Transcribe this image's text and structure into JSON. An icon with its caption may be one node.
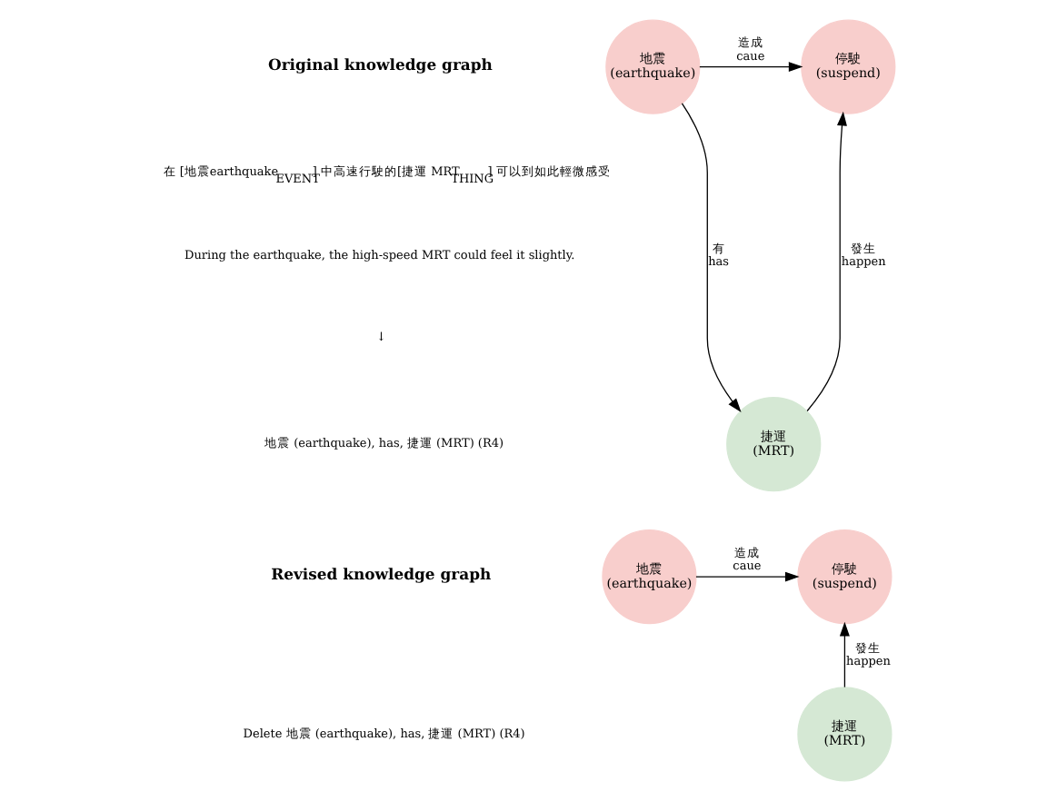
{
  "diagram": {
    "nodes": [
      {
        "text": [
          "地震",
          "(earthquake)"
        ]
      },
      {
        "text": [
          "停駛",
          "(suspend)"
        ]
      },
      {
        "text": [
          "捷運",
          "(MRT)"
        ]
      },
      {
        "text": [
          "地震",
          "(earthquake)"
        ]
      },
      {
        "text": [
          "停駛",
          "(suspend)"
        ]
      },
      {
        "text": [
          "捷運",
          "(MRT)"
        ]
      }
    ],
    "edges": [
      {
        "from": 0,
        "to": 1,
        "arrow": "to",
        "label": "造成 caue"
      },
      {
        "from": 0,
        "to": 2,
        "arrow": "to",
        "label": "有 has"
      },
      {
        "from": 2,
        "to": 1,
        "arrow": "to",
        "label": "發生 happen"
      },
      {
        "from": 3,
        "to": 4,
        "arrow": "to",
        "label": "造成 caue"
      },
      {
        "from": 5,
        "to": 4,
        "arrow": "to",
        "label": "發生 happen"
      }
    ],
    "labels": [
      "Original knowledge graph",
      "在 [地震earthquake$_{EVENT}$] 中高速行駛的[捷運 MRT$_{THING}$] 可以到如此輕微感受",
      "During the earthquake, the high-speed MRT could feel it slightly.",
      "↓",
      "地震 (earthquake), has, 捷運 (MRT) (R4)",
      "Revised knowledge graph",
      "Delete 地震 (earthquake), has, 捷運 (MRT) (R4)"
    ]
  }
}
